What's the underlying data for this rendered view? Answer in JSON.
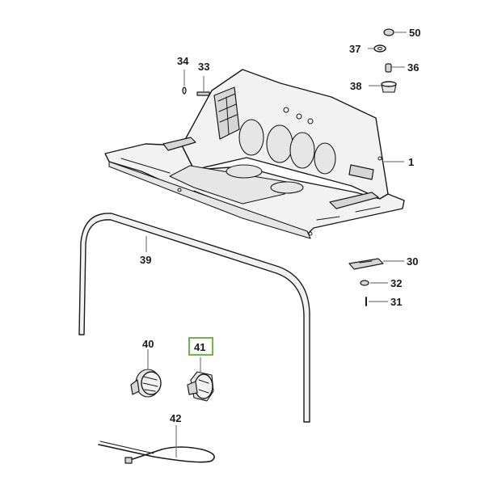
{
  "colors": {
    "highlight": "#6ab94a",
    "line": "#1a1a1a",
    "leader": "#7a7a7a"
  },
  "callouts": {
    "c1": "1",
    "c30": "30",
    "c31": "31",
    "c32": "32",
    "c33": "33",
    "c34": "34",
    "c36": "36",
    "c37": "37",
    "c38": "38",
    "c39": "39",
    "c40": "40",
    "c41": "41",
    "c42": "42",
    "c50": "50"
  },
  "highlighted_part": "41"
}
